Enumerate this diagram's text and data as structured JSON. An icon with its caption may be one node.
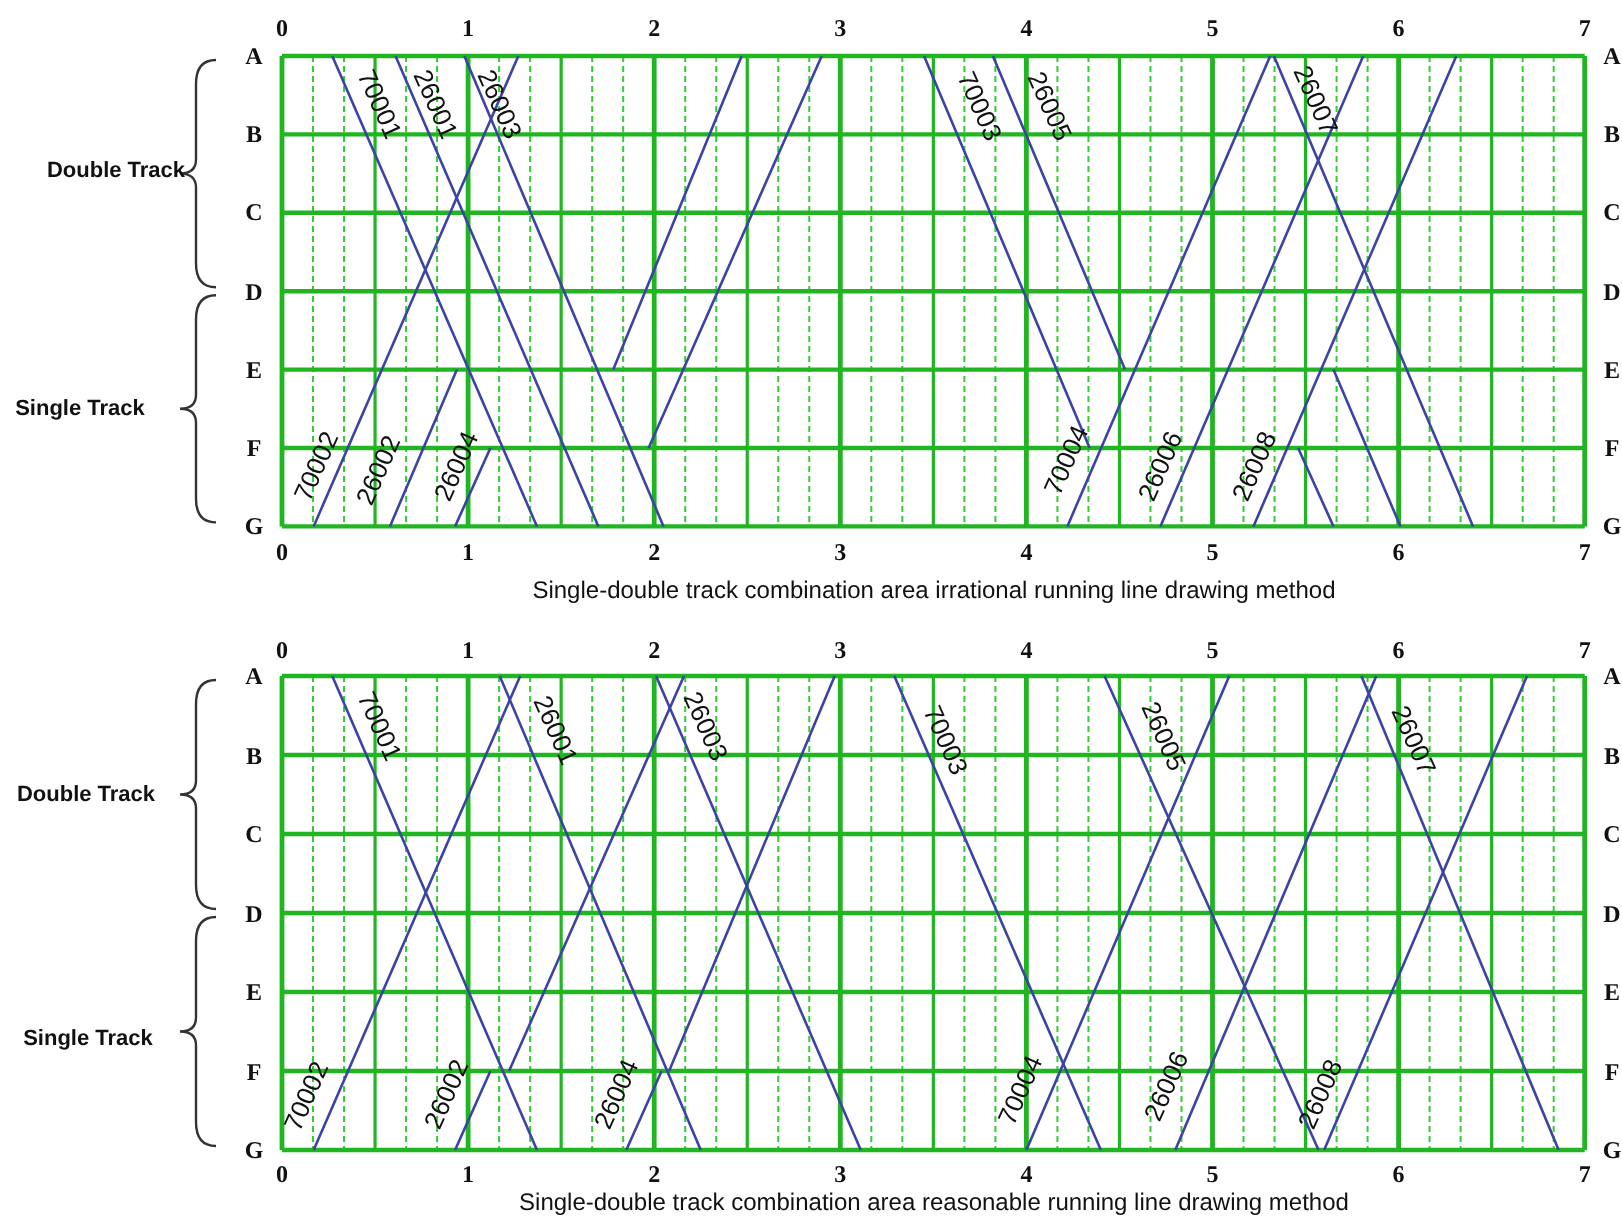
{
  "diagram": {
    "labels": [
      "0",
      "1",
      "2",
      "3",
      "4",
      "5",
      "6",
      "7",
      "A",
      "A",
      "B",
      "B",
      "C",
      "C",
      "D",
      "D",
      "E",
      "E",
      "F",
      "F",
      "G",
      "G",
      "Double Track",
      "Single Track",
      "70001",
      "26001",
      "26003",
      "70003",
      "26005",
      "26007",
      "70002",
      "26002",
      "26004",
      "70004",
      "26006",
      "26008",
      "0",
      "1",
      "2",
      "3",
      "4",
      "5",
      "6",
      "7",
      "Single-double track combination area irrational running line drawing method",
      "0",
      "1",
      "2",
      "3",
      "4",
      "5",
      "6",
      "7",
      "A",
      "A",
      "B",
      "B",
      "C",
      "C",
      "D",
      "D",
      "E",
      "E",
      "F",
      "F",
      "G",
      "G",
      "Double Track",
      "Single Track",
      "70001",
      "26001",
      "26003",
      "70003",
      "26005",
      "26007",
      "70002",
      "26002",
      "26004",
      "70004",
      "26006",
      "26008",
      "0",
      "1",
      "2",
      "3",
      "4",
      "5",
      "6",
      "7",
      "Single-double track combination area reasonable running line drawing method"
    ]
  }
}
